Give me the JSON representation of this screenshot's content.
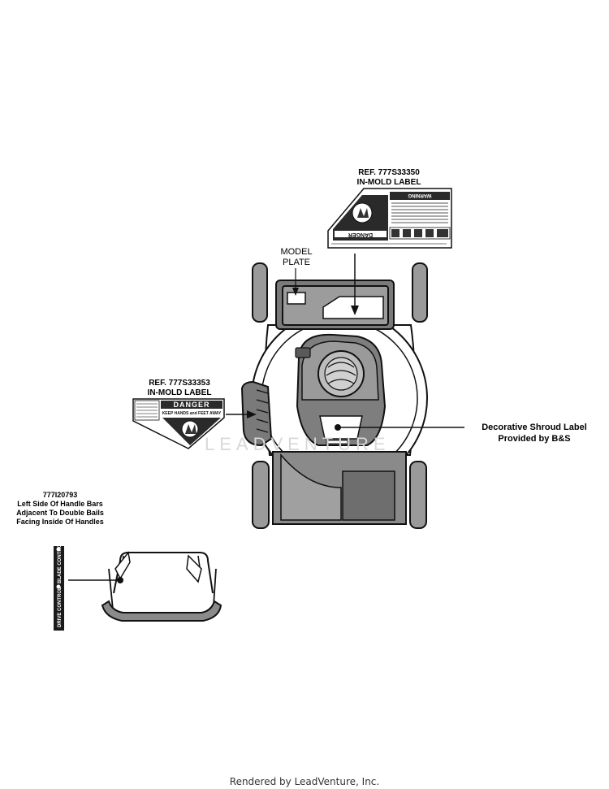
{
  "callouts": {
    "top_label": {
      "ref": "REF. 777S33350",
      "type": "IN-MOLD LABEL"
    },
    "model_plate": {
      "line1": "MODEL",
      "line2": "PLATE"
    },
    "left_label": {
      "ref": "REF. 777S33353",
      "type": "IN-MOLD LABEL"
    },
    "shroud": {
      "line1": "Decorative Shroud Label",
      "line2": "Provided by B&S"
    },
    "handle": {
      "part": "777I20793",
      "line1": "Left Side Of Handle Bars",
      "line2": "Adjacent To Double Bails",
      "line3": "Facing Inside Of Handles"
    }
  },
  "decals": {
    "danger_word": "DANGER",
    "keep_away": "KEEP HANDS and FEET AWAY",
    "warning_word": "WARNING",
    "drive_control": "DRIVE CONTROL",
    "blade_control": "BLADE CONTROL"
  },
  "watermark": "LEADVENTURE",
  "footer": "Rendered by LeadVenture, Inc."
}
